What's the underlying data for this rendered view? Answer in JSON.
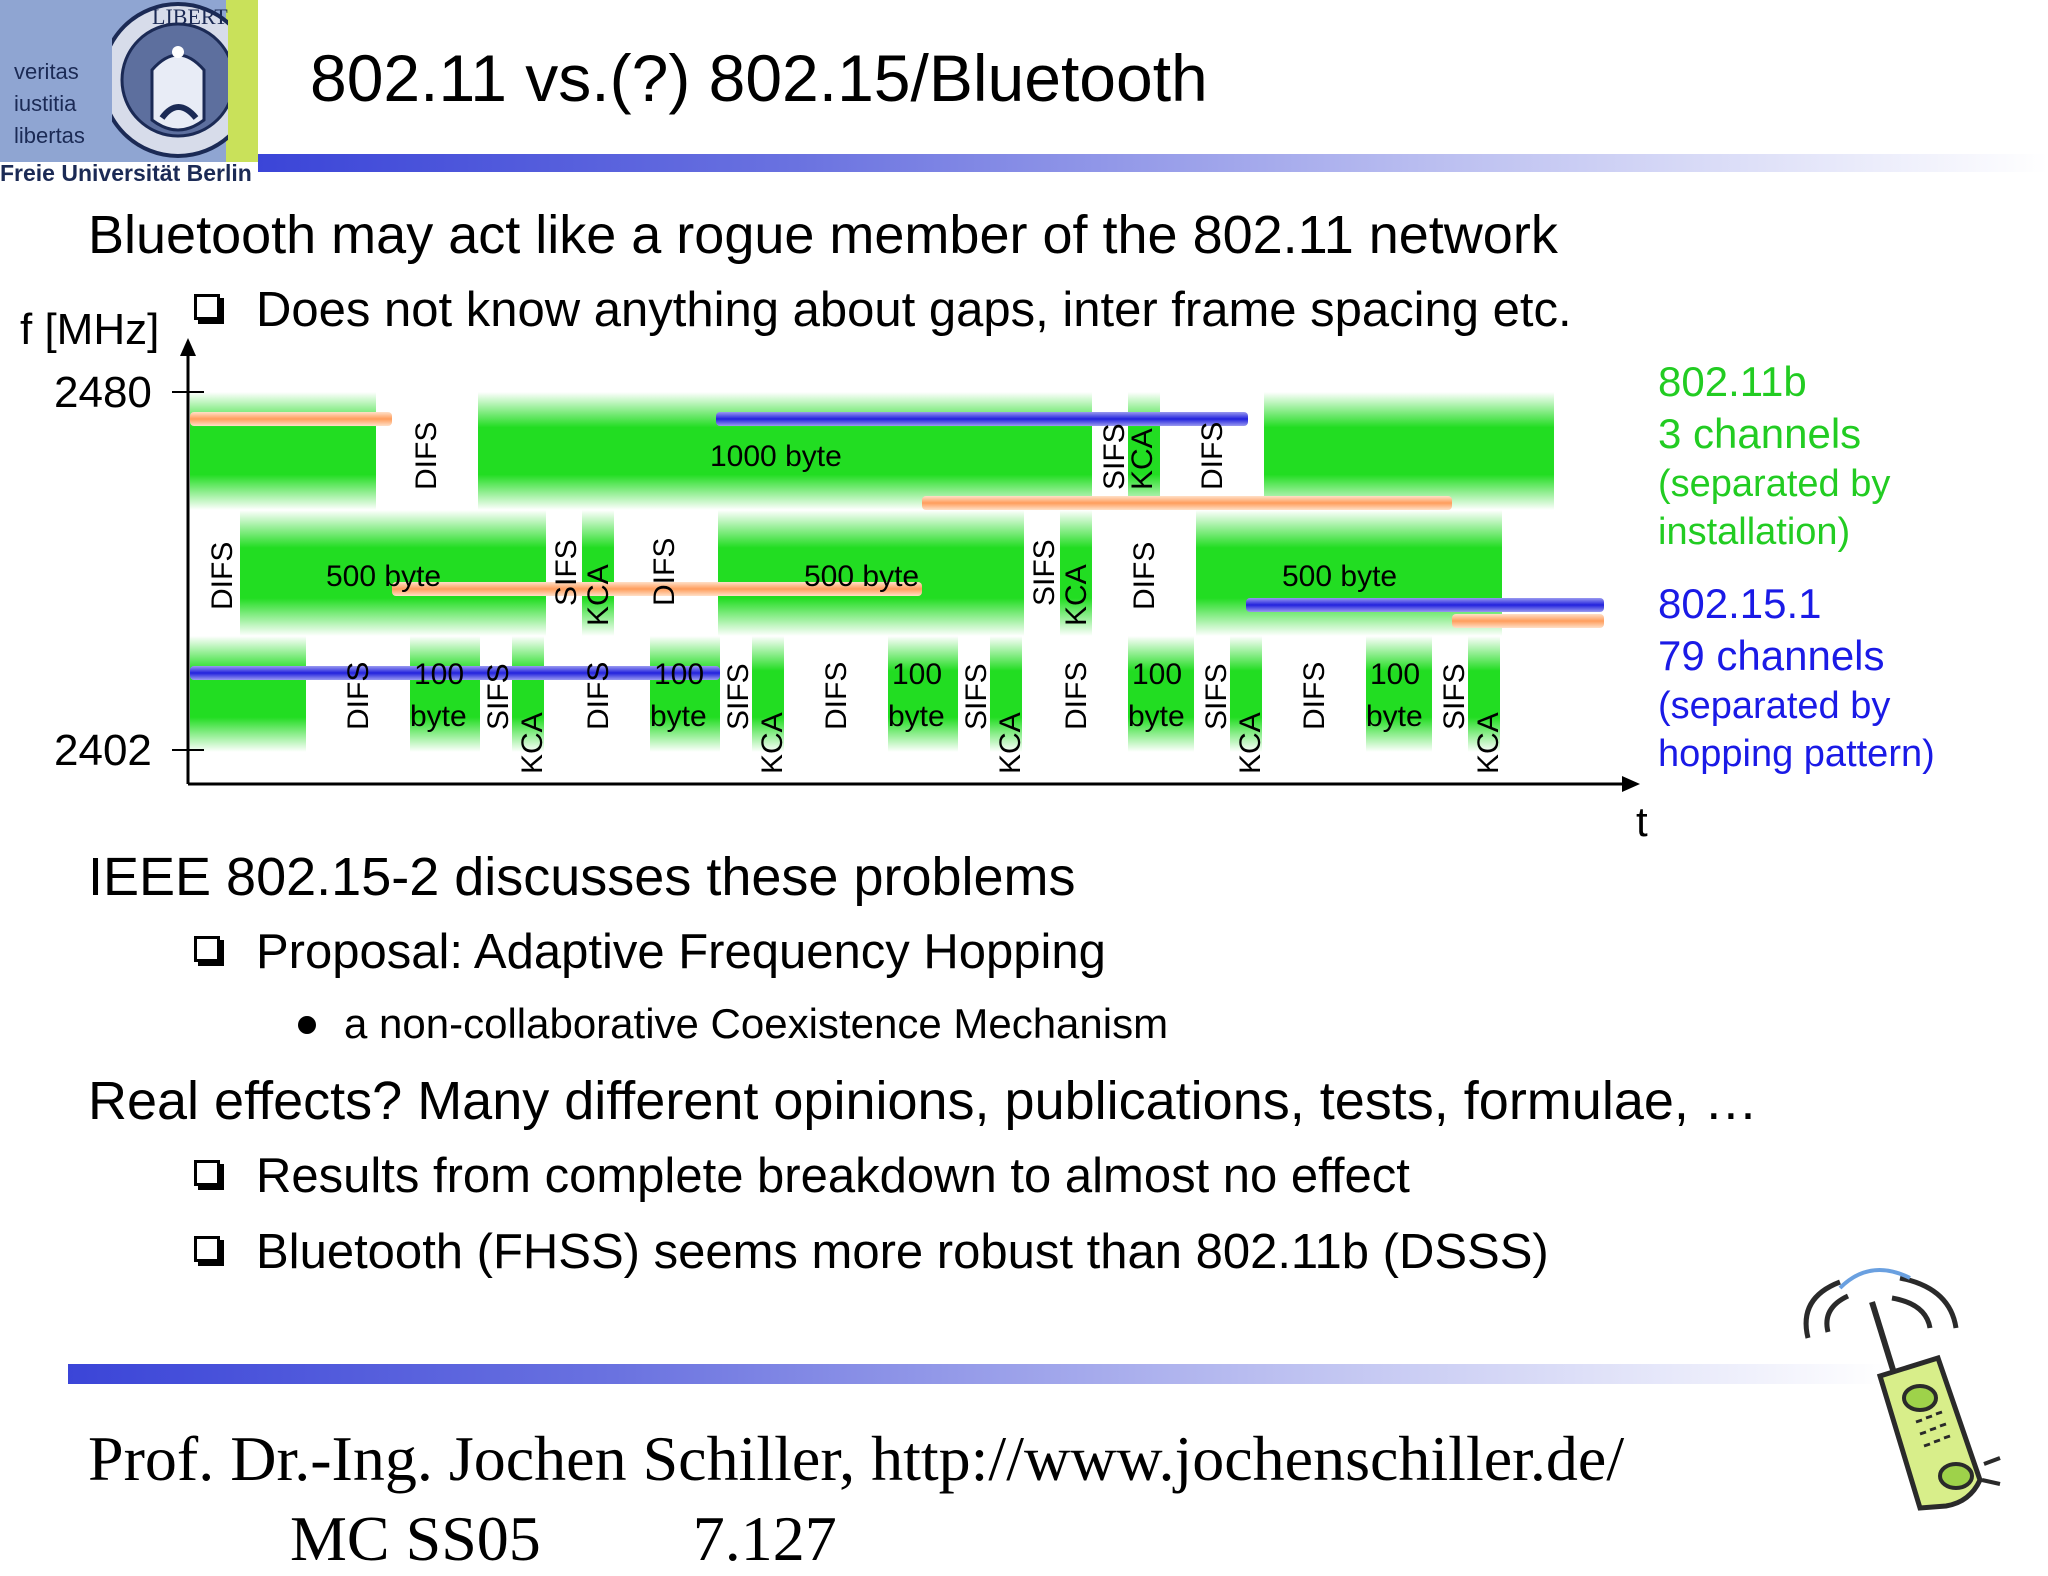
{
  "header": {
    "logo_motto": [
      "veritas",
      "iustitia",
      "libertas"
    ],
    "logo_seal_text": "LIBERTAS",
    "university": "Freie Universität Berlin",
    "title": "802.11 vs.(?) 802.15/Bluetooth"
  },
  "bullets": {
    "b1": "Bluetooth may act like a rogue member of the 802.11 network",
    "b1_sub1": "Does not know anything about gaps, inter frame spacing etc.",
    "b2": "IEEE 802.15-2 discusses these problems",
    "b2_sub1": "Proposal: Adaptive Frequency Hopping",
    "b2_sub1_sub1": "a non-collaborative Coexistence Mechanism",
    "b3": "Real effects? Many different opinions, publications, tests, formulae, …",
    "b3_sub1": "Results from complete breakdown to almost no effect",
    "b3_sub2": "Bluetooth (FHSS) seems more robust than 802.11b (DSSS)"
  },
  "diagram": {
    "y_axis_label": "f [MHz]",
    "x_axis_label": "t",
    "y_ticks": [
      "2480",
      "2402"
    ],
    "labels": {
      "difs": "DIFS",
      "sifs": "SIFS",
      "kca": "KCA",
      "byte_1000": "1000 byte",
      "byte_500": "500 byte",
      "byte_100": "100",
      "byte_word": "byte"
    },
    "colors": {
      "frame_green": "#22dd22",
      "bluetooth_orange": "#ff9d5c",
      "bluetooth_blue": "#2222dd"
    }
  },
  "legend": {
    "wifi": [
      "802.11b",
      "3 channels",
      "(separated by",
      "installation)"
    ],
    "bt": [
      "802.15.1",
      "79 channels",
      "(separated by",
      "hopping pattern)"
    ],
    "wifi_color": "#22cc22",
    "bt_color": "#1a1ae6"
  },
  "footer": {
    "author": "Prof. Dr.-Ing. Jochen Schiller, http://www.jochenschiller.de/",
    "course": "MC SS05",
    "page": "7.127"
  }
}
